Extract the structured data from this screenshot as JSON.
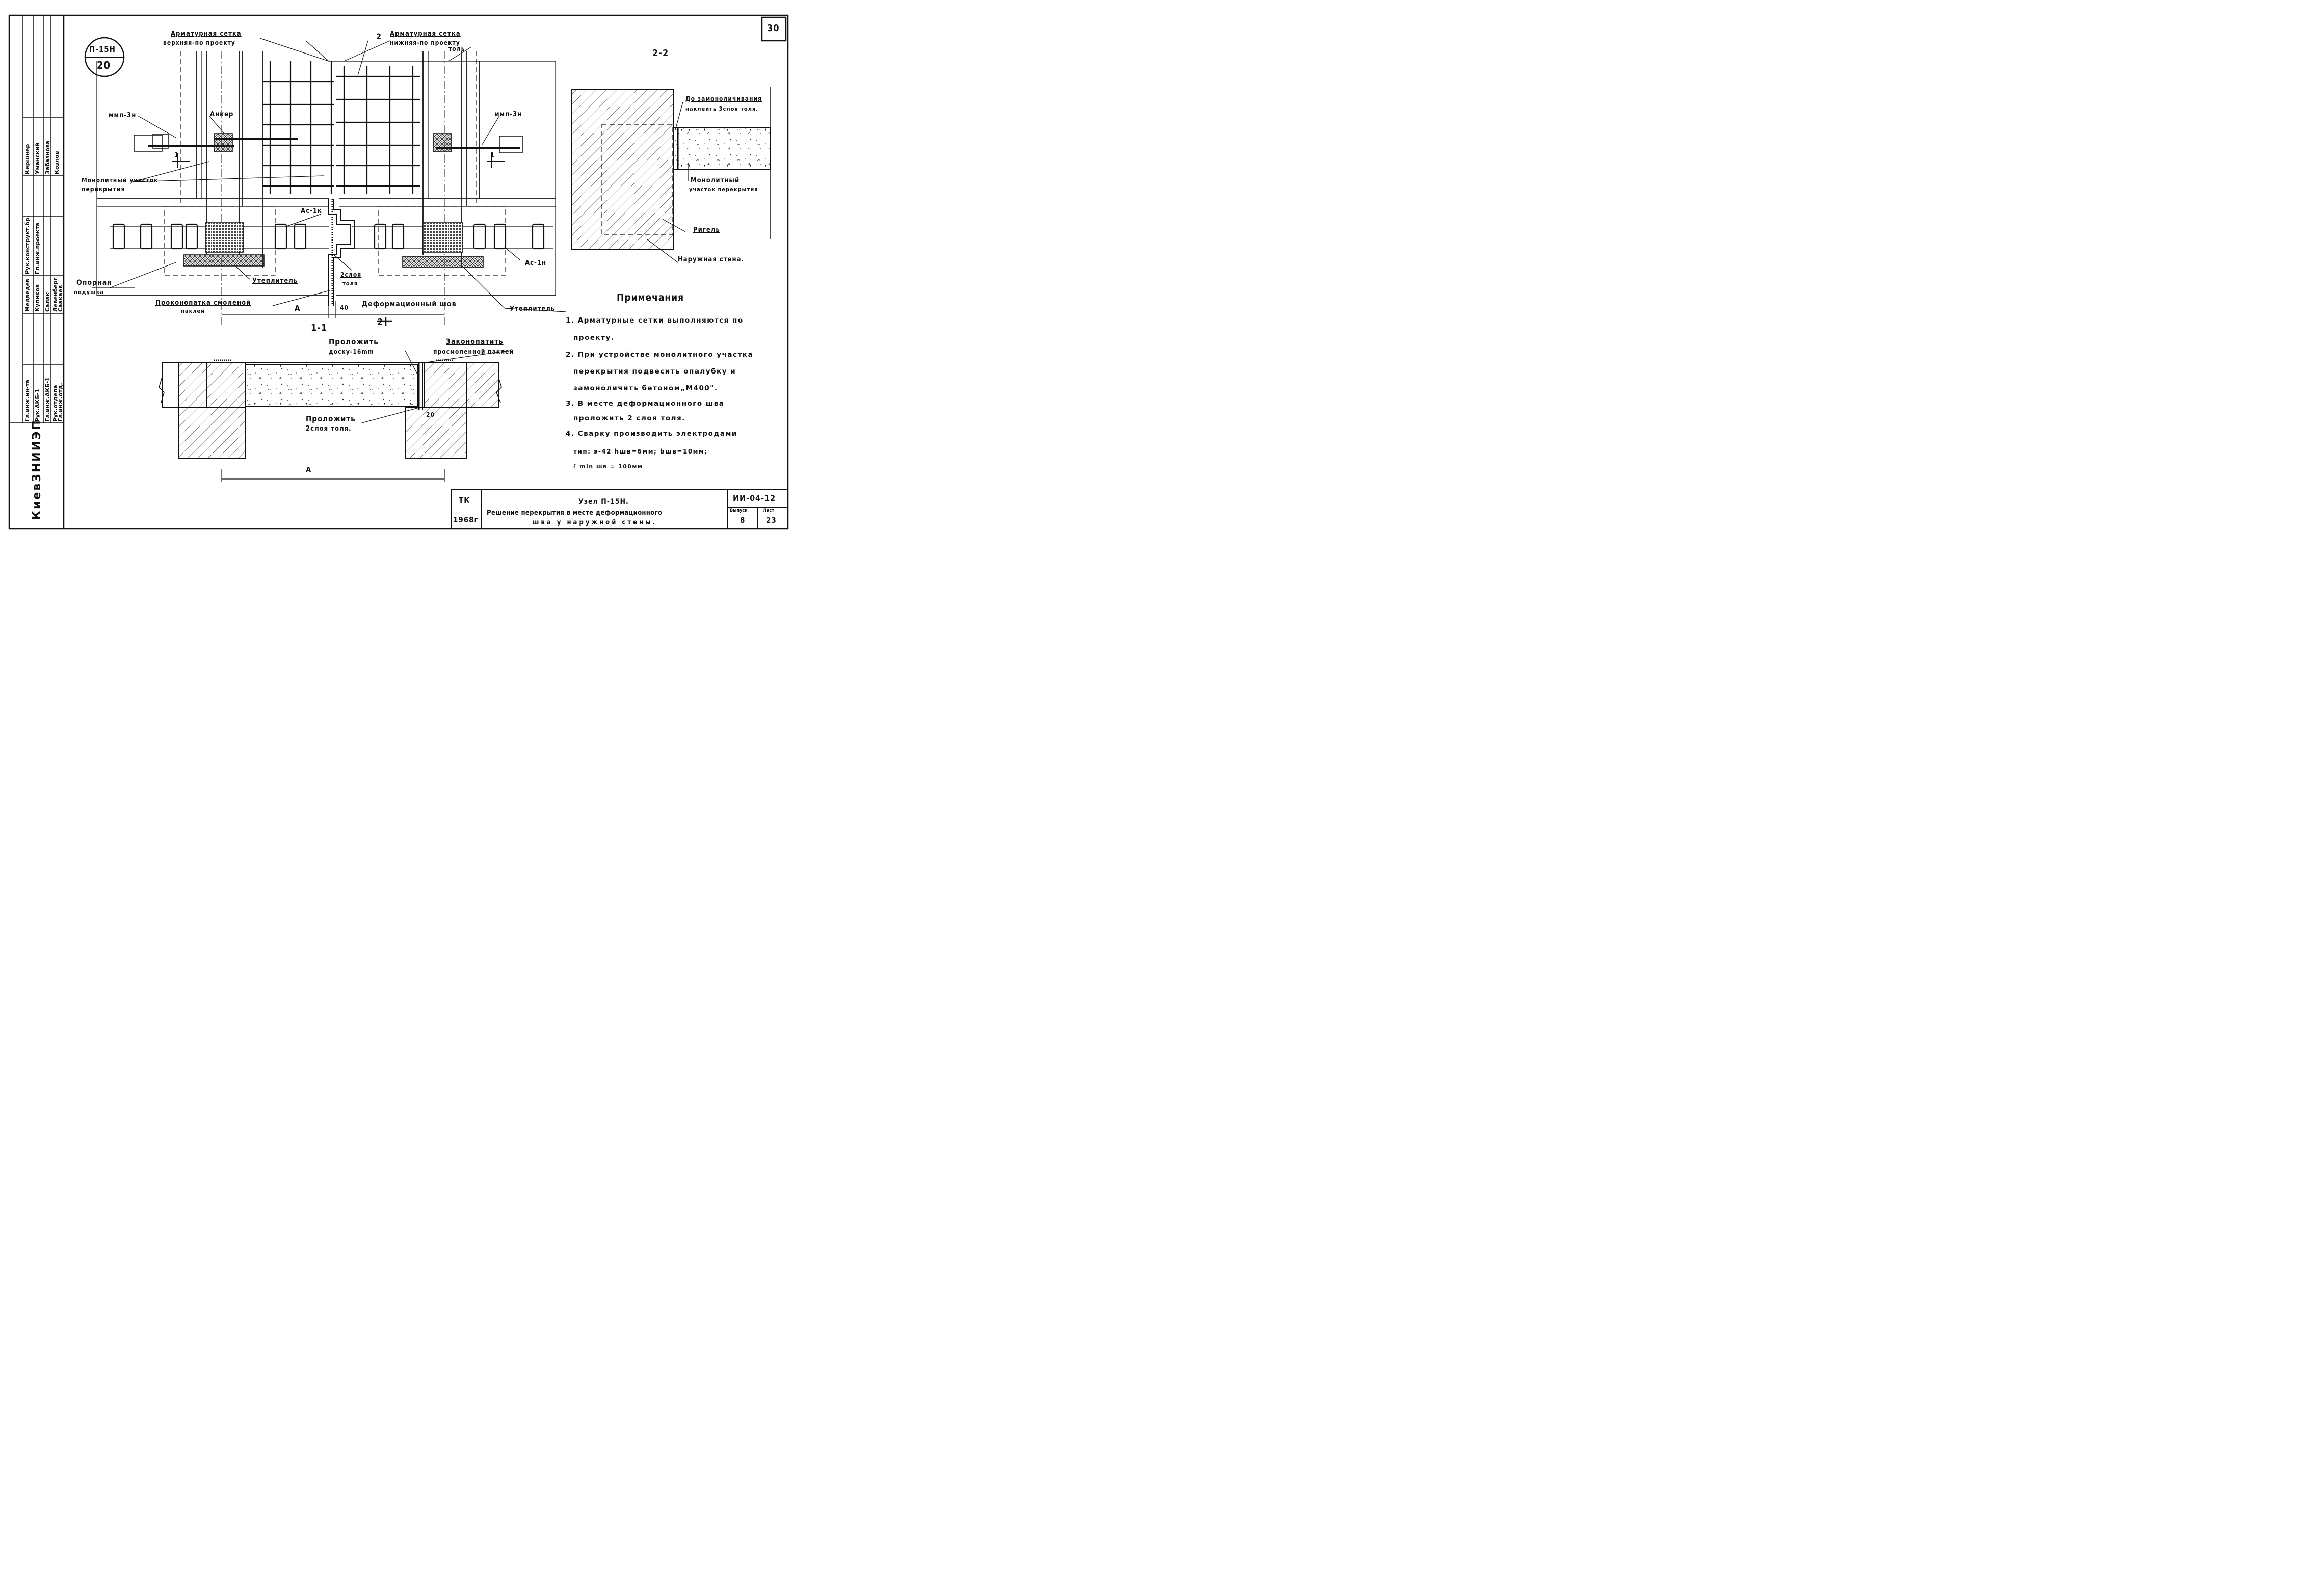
{
  "sheet": {
    "page_number": "30",
    "node_mark": "П-15Н",
    "node_sheet": "20"
  },
  "labels": {
    "mesh_top_1": "Арматурная сетка",
    "mesh_top_2": "верхняя-по проекту",
    "mesh_bottom_1": "Арматурная сетка",
    "mesh_bottom_2": "нижняя-по проекту",
    "mesh_bottom_num": "2",
    "tol": "толь",
    "mmp_left": "ммп-3н",
    "anker": "Анкер",
    "mmp_right": "ммп-3н",
    "monolith_1": "Монолитный участок",
    "monolith_2": "перекрытия",
    "as1_left": "Ас-1к",
    "as1_right": "Ас-1н",
    "support_1": "Опорная",
    "support_2": "подушка",
    "insulation_left": "Утеплитель",
    "insulation_right": "Утеплитель",
    "tol2_1": "2слоя",
    "tol2_2": "толя",
    "caulk_1": "Проконопатка смоленой",
    "caulk_2": "паклей",
    "deform_joint": "Деформационный шов",
    "dim_A_top": "А",
    "dim_40": "40",
    "sec_1_left": "1",
    "sec_1_right": "1",
    "sec_2_bottom": "2",
    "section_11": "1-1",
    "lay_board_1": "Проложить",
    "lay_board_2": "доску-16mm",
    "caulk_tar_1": "Законопатить",
    "caulk_tar_2": "просмоленной паклей",
    "lay_tol_1": "Проложить",
    "lay_tol_2": "2слоя толя.",
    "dim_20": "20",
    "dim_A_bottom": "А",
    "section_22": "2-2",
    "pre_monolith_1": "До замоноличивания",
    "pre_monolith_2": "наклеить 3слоя толя.",
    "monolith_22_1": "Монолитный",
    "monolith_22_2": "участок перекрытия",
    "rigel": "Ригель",
    "outer_wall": "Наружная стена."
  },
  "notes": {
    "title": "Примечания",
    "lines": [
      "1. Арматурные сетки выполняются по",
      "проекту.",
      "2. При устройстве монолитного участка",
      "перекрытия подвесить опалубку и",
      "замоноличить бетоном„М400\".",
      "3. В месте деформационного шва",
      "проложить 2 слоя толя.",
      "4. Сварку производить электродами",
      "тип: э-42 hшв=6мм; bшв=10мм;",
      "ℓ min шв = 100мм"
    ]
  },
  "title_block": {
    "org": "ТК",
    "year": "1968г",
    "title_1": "Узел П-15Н.",
    "title_2": "Решение перекрытия в месте деформационного",
    "title_3": "шва у наружной стены.",
    "code": "ИИ-04-12",
    "issue_label": "Выпуск",
    "issue": "8",
    "sheet_label": "Лист",
    "sheet": "23"
  },
  "stamp": {
    "institute": "КиевЗНИИЭП",
    "roles": [
      "Гл.инж.ин-та",
      "Рук.АКБ-1",
      "Гл.инж.АКБ-1",
      "Рук.отдела",
      "Гл.инж.отд.",
      "Рук.конструкт.бр.",
      "Гл.инж.проекта"
    ],
    "names": [
      "Медведев",
      "Куликов",
      "Салак",
      "Левенберг",
      "Саакаев",
      "Киршнер",
      "Уманский",
      "Забазнова",
      "Козлов"
    ]
  }
}
